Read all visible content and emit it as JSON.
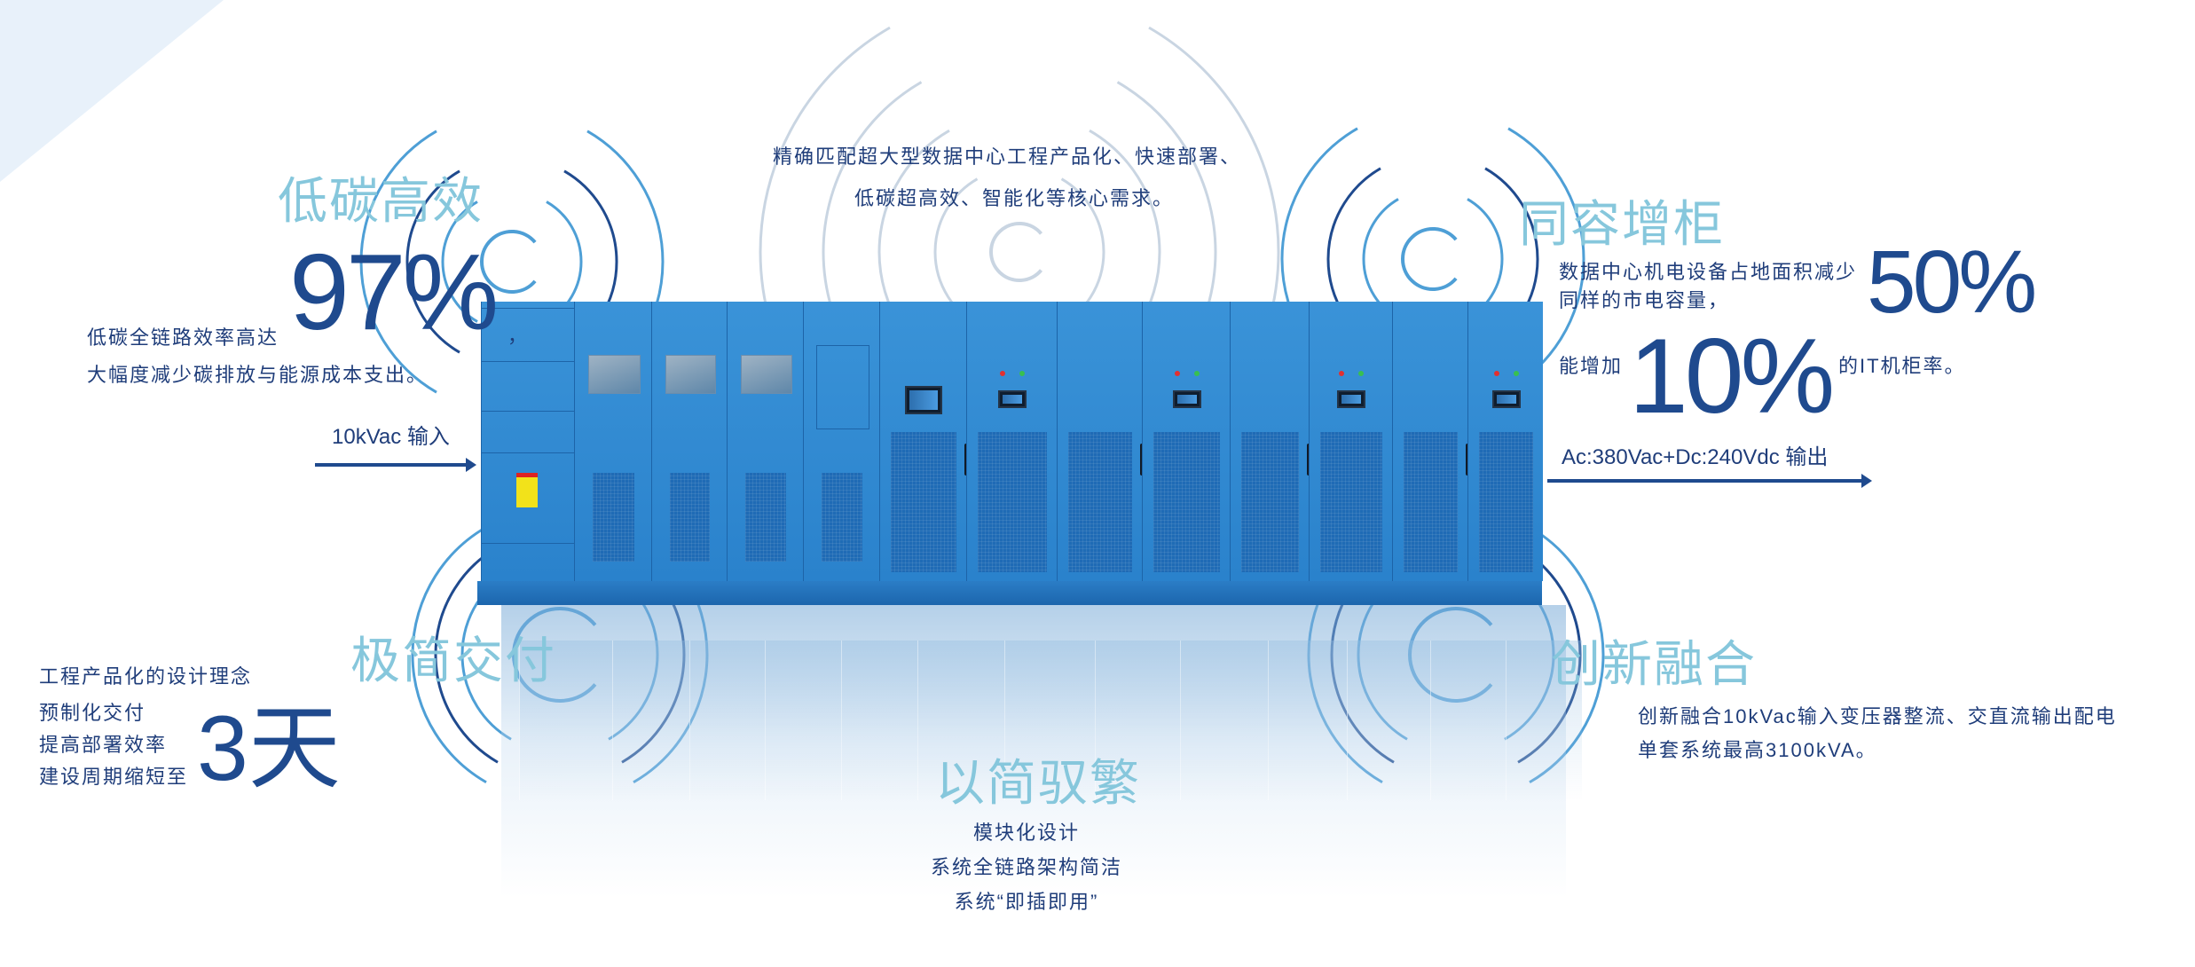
{
  "intro": {
    "line1": "精确匹配超大型数据中心工程产品化、快速部署、",
    "line2": "低碳超高效、智能化等核心需求。"
  },
  "low_carbon": {
    "title": "低碳高效",
    "text_before": "低碳全链路效率高达",
    "big_value": "97%",
    "comma": "，",
    "line2": "大幅度减少碳排放与能源成本支出。"
  },
  "input": {
    "label": "10kVac 输入"
  },
  "same_capacity": {
    "title": "同容增柜",
    "line1": "数据中心机电设备占地面积减少",
    "big_value_1": "50%",
    "line2": "同样的市电容量，",
    "line3_before": "能增加",
    "big_value_2": "10%",
    "line3_after": "的IT机柜率。"
  },
  "output": {
    "label": "Ac:380Vac+Dc:240Vdc 输出"
  },
  "fast_delivery": {
    "title": "极简交付",
    "lines": [
      "工程产品化的设计理念",
      "预制化交付",
      "提高部署效率",
      "建设周期缩短至"
    ],
    "big_value": "3天"
  },
  "innovation": {
    "title": "创新融合",
    "line1": "创新融合10kVac输入变压器整流、交直流输出配电",
    "line2": "单套系统最高3100kVA。"
  },
  "simplicity": {
    "title": "以简驭繁",
    "lines": [
      "模块化设计",
      "系统全链路架构简洁",
      "系统“即插即用”"
    ]
  },
  "colors": {
    "navy": "#1f4a8e",
    "title_blue": "#86c7dc",
    "cabinet_blue": "#2f88d1",
    "ring_grey": "#c9d5e2"
  }
}
